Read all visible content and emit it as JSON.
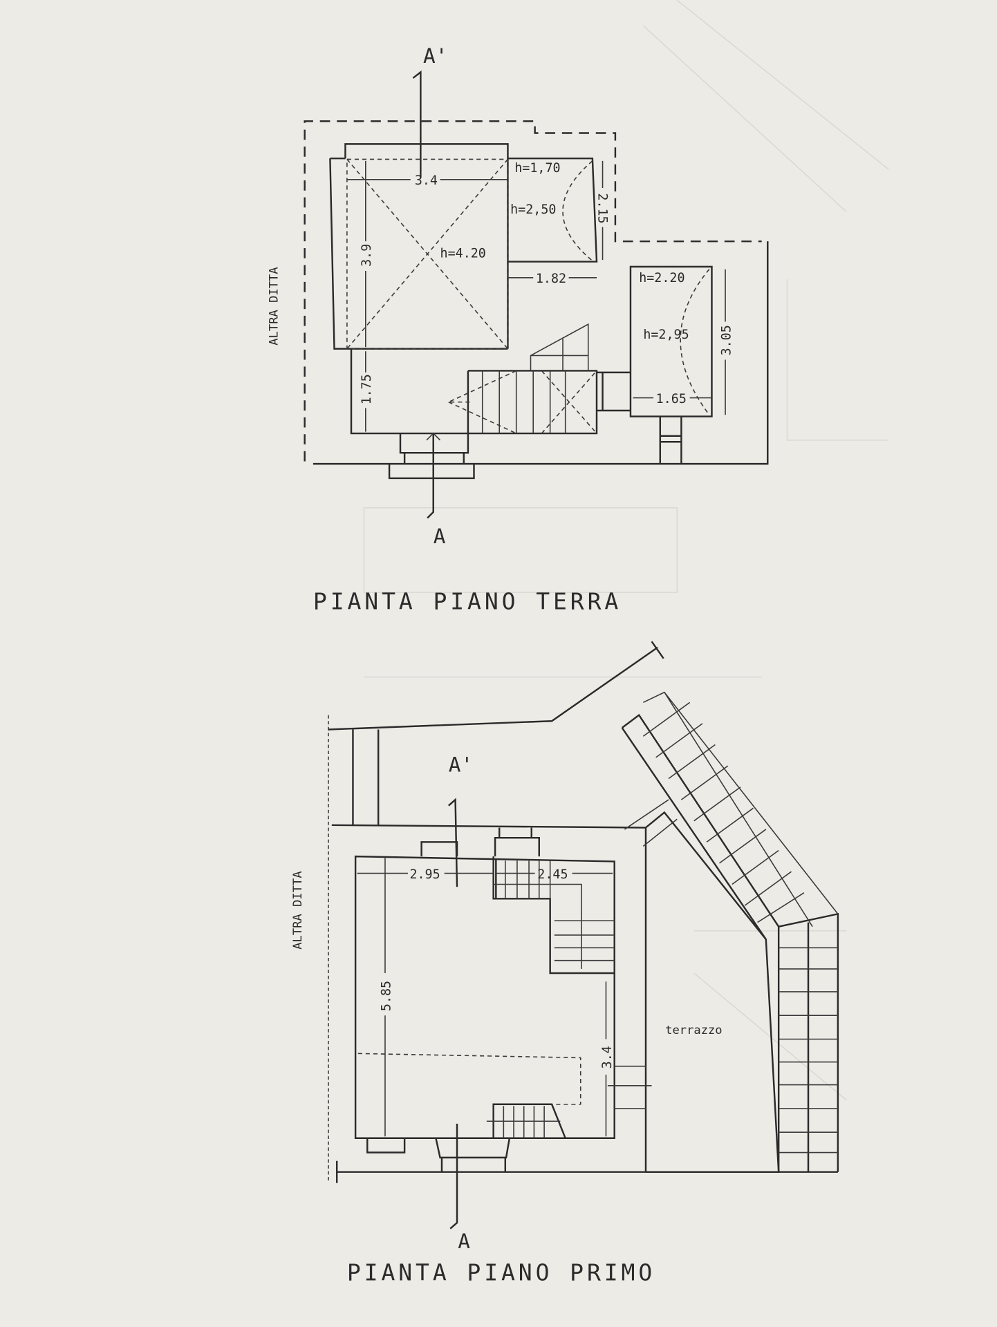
{
  "ground_floor": {
    "title": "PIANTA PIANO TERRA",
    "neighbor_label": "ALTRA DITTA",
    "section_top": "A'",
    "section_bottom": "A",
    "dimensions": {
      "width_main": "3.4",
      "height_main": "3.9",
      "height_lower": "1.75",
      "height_side": "2.15",
      "gap": "1.82",
      "height_annex": "3.05",
      "width_annex": "1.65"
    },
    "heights": {
      "h1": "h=1,70",
      "h2": "h=2,50",
      "h3": "h=4.20",
      "h4": "h=2.20",
      "h5": "h=2,95"
    }
  },
  "first_floor": {
    "title": "PIANTA PIANO PRIMO",
    "neighbor_label": "ALTRA DITTA",
    "section_top": "A'",
    "section_bottom": "A",
    "dimensions": {
      "width_left": "2.95",
      "width_right": "2.45",
      "height_total": "5.85",
      "height_lower": "3.4"
    },
    "terrace_label": "terrazzo"
  }
}
